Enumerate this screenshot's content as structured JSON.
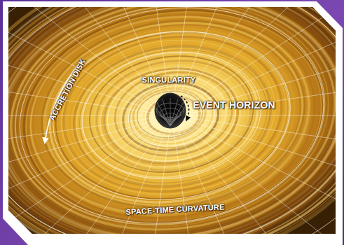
{
  "diagram": {
    "labels": [
      "SINGULARITY",
      "EVENT HORIZON",
      "ACCRETION DISK",
      "SPACE-TIME CURVATURE"
    ]
  }
}
